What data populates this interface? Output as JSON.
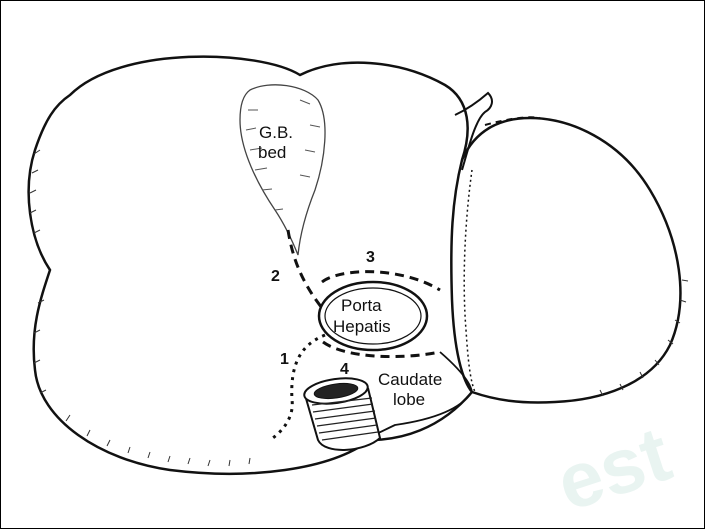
{
  "labels": {
    "gb_bed_line1": "G.B.",
    "gb_bed_line2": "bed",
    "porta_line1": "Porta",
    "porta_line2": "Hepatis",
    "caudate_line1": "Caudate",
    "caudate_line2": "lobe"
  },
  "numbers": {
    "n1": "1",
    "n2": "2",
    "n3": "3",
    "n4": "4"
  },
  "watermark": {
    "text": "est"
  },
  "colors": {
    "ink": "#111111",
    "background": "#ffffff",
    "watermark": "#e9f4f1"
  }
}
